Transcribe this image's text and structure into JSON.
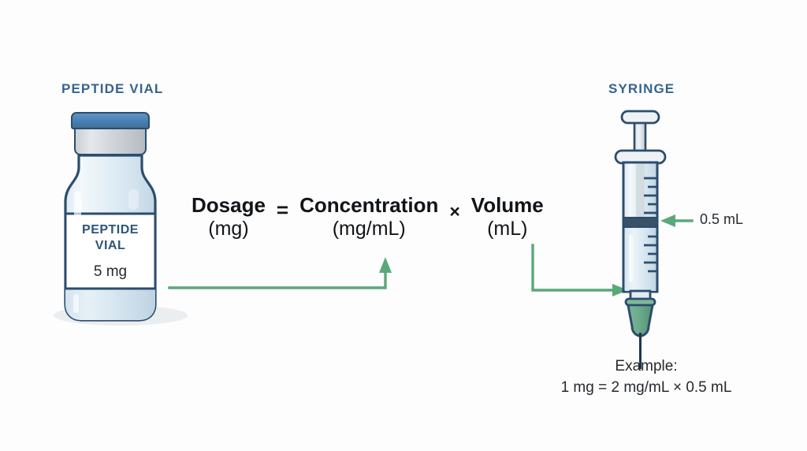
{
  "background_color": "#fdfdfd",
  "accent_colors": {
    "heading_blue": "#36648f",
    "vial_cap_blue": "#4a7fb5",
    "outline_navy": "#2c4d6e",
    "arrow_green": "#5aa87a",
    "needle_hub_green": "#67a98a",
    "text_dark": "#25292e"
  },
  "vial": {
    "heading": "PEPTIDE VIAL",
    "label_line1": "PEPTIDE",
    "label_line2": "VIAL",
    "amount": "5 mg"
  },
  "syringe": {
    "heading": "SYRINGE",
    "dose_callout": "0.5 mL"
  },
  "formula": {
    "terms": [
      {
        "name": "Dosage",
        "unit": "(mg)"
      },
      {
        "name": "Concentration",
        "unit": "(mg/mL)"
      },
      {
        "name": "Volume",
        "unit": "(mL)"
      }
    ],
    "equals_operator": "=",
    "times_operator": "×"
  },
  "example": {
    "title": "Example:",
    "equation": "1 mg = 2 mg/mL × 0.5 mL"
  },
  "arrows": {
    "vial_to_concentration": "arrow-right-up",
    "volume_to_syringe": "arrow-down-right",
    "dose_pointer": "arrow-left"
  }
}
